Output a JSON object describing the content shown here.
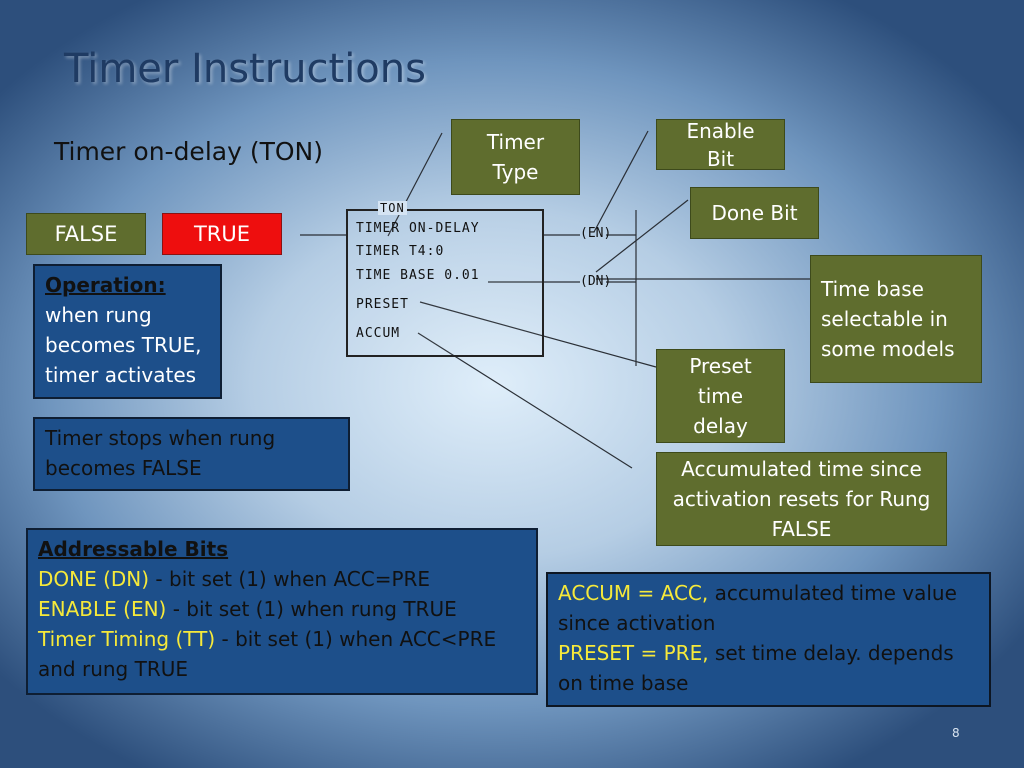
{
  "slide": {
    "title": "Timer Instructions",
    "subtitle": "Timer on-delay  (TON)",
    "page_number": "8"
  },
  "rung_state": {
    "false_label": "FALSE",
    "true_label": "TRUE"
  },
  "timer_block": {
    "header": "TON",
    "lines": [
      "TIMER ON-DELAY",
      "TIMER T4:0",
      "TIME BASE 0.01",
      "PRESET",
      "ACCUM"
    ],
    "coil_en": "EN",
    "coil_dn": "DN"
  },
  "callouts": {
    "timer_type": "Timer Type",
    "enable_bit": "Enable Bit",
    "done_bit": "Done Bit",
    "time_base": "Time base selectable in some models",
    "preset": "Preset time delay",
    "accum": "Accumulated time since activation resets for Rung FALSE"
  },
  "operation": {
    "heading": "Operation:",
    "text": "when rung becomes TRUE, timer activates"
  },
  "stops": {
    "text": "Timer stops when rung becomes FALSE"
  },
  "addressable": {
    "heading": "Addressable Bits",
    "done_label": "DONE (DN)",
    "done_text": " - bit set (1) when ACC=PRE",
    "enable_label": "ENABLE (EN)",
    "enable_text": " - bit set (1) when rung TRUE",
    "tt_label": "Timer Timing (TT)",
    "tt_text": " - bit set (1) when ACC<PRE and rung TRUE"
  },
  "definitions": {
    "accum_label": "ACCUM = ACC,",
    "accum_text": " accumulated  time value since activation",
    "preset_label": "PRESET = PRE,",
    "preset_text": " set time delay. depends on time base"
  },
  "colors": {
    "callout_green": "#5f6d2e",
    "info_blue": "#1d4f8a",
    "true_red": "#ee0e0e",
    "highlight_yellow": "#f6e93a"
  }
}
